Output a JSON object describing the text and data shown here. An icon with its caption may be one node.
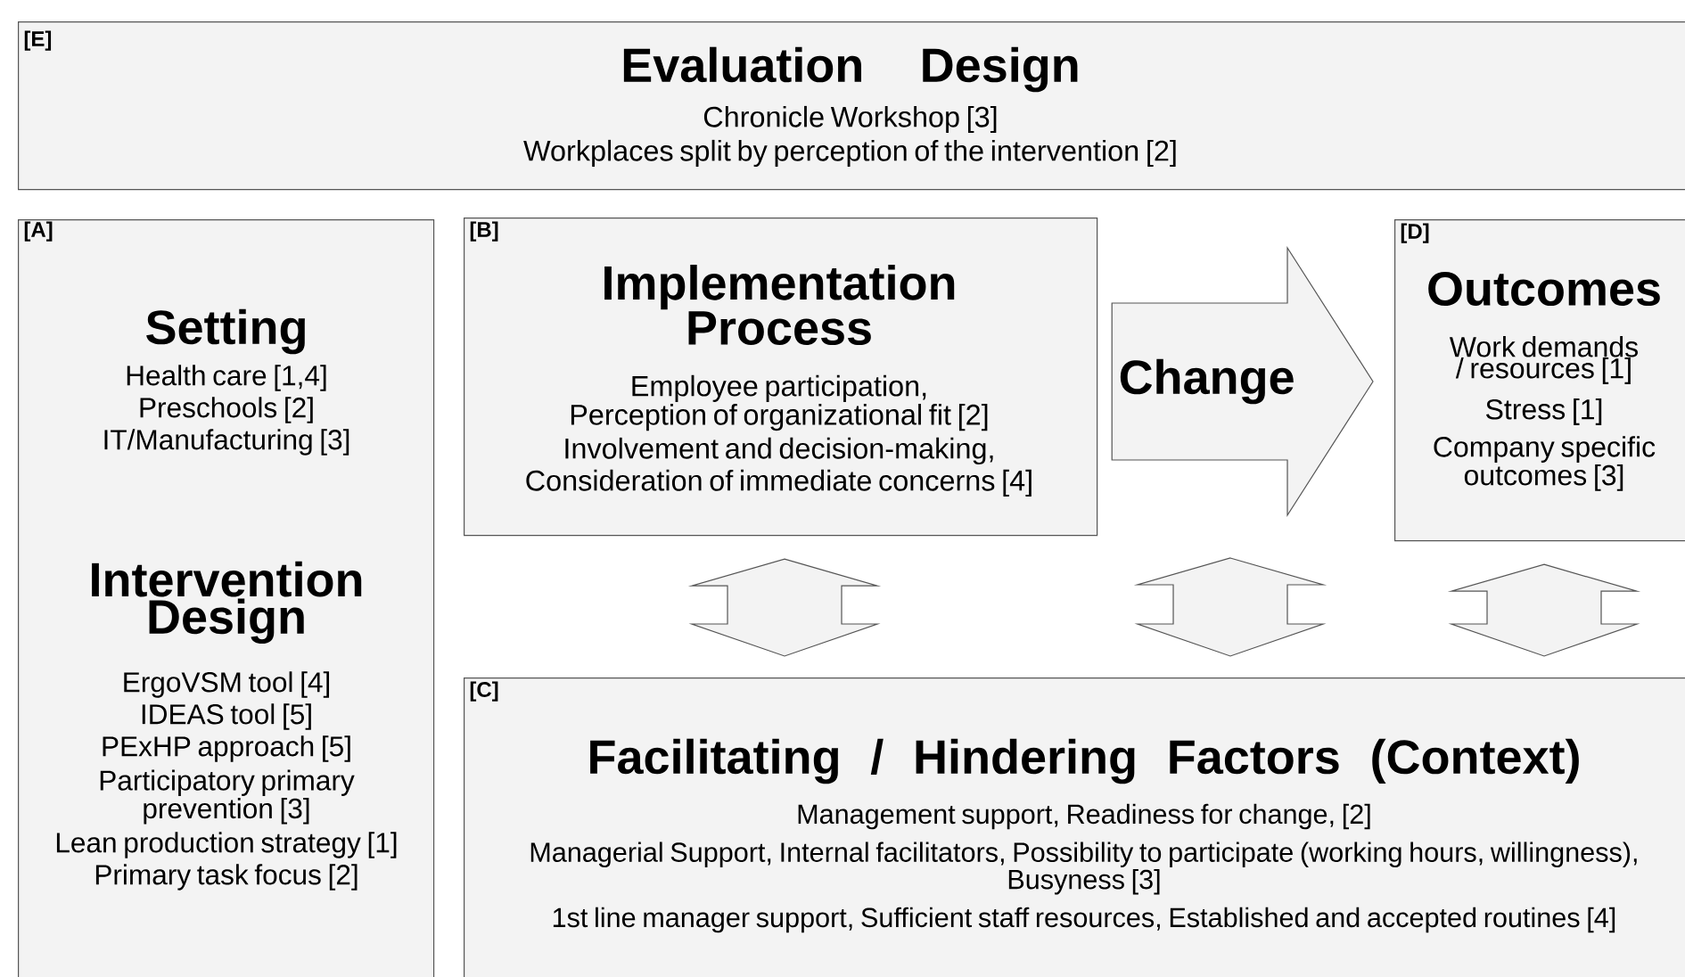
{
  "diagram": {
    "nodes": [
      {
        "text": [
          "[E]",
          "Evaluation Design",
          "Chronicle Workshop [3]",
          "Workplaces split by perception of the intervention [2]"
        ]
      },
      {
        "text": [
          "[A]",
          "Setting",
          "Health care [1,4]",
          "Preschools [2]",
          "IT/Manufacturing [3]",
          "Intervention Design",
          "ErgoVSM tool [4]",
          "IDEAS tool [5]",
          "PExHP approach [5]",
          "Participatory primary prevention [3]",
          "Lean production strategy [1]",
          "Primary task focus [2]"
        ]
      },
      {
        "text": [
          "[B]",
          "Implementation Process",
          "Employee participation, Perception of organizational fit [2]",
          "Involvement and decision-making,",
          "Consideration of immediate concerns [4]"
        ]
      },
      {
        "text": [
          "[D]",
          "Outcomes",
          "Work demands / resources [1]",
          "Stress [1]",
          "Company specific outcomes [3]"
        ]
      },
      {
        "text": [
          "[C]",
          "Facilitating / Hindering Factors (Context)",
          "Management support, Readiness for change, [2]",
          "Managerial Support, Internal facilitators, Possibility to participate (working hours, willingness), Busyness [3]",
          "1st line manager support, Sufficient staff resources, Established and accepted routines [4]"
        ]
      }
    ],
    "edges": [
      {
        "from": 2,
        "to": 3,
        "arrow": "to",
        "label": "Change"
      },
      {
        "from": 2,
        "to": 4,
        "arrow": "both"
      },
      {
        "from": null,
        "to": 4,
        "arrow": "both"
      },
      {
        "from": 3,
        "to": 4,
        "arrow": "both"
      }
    ]
  }
}
